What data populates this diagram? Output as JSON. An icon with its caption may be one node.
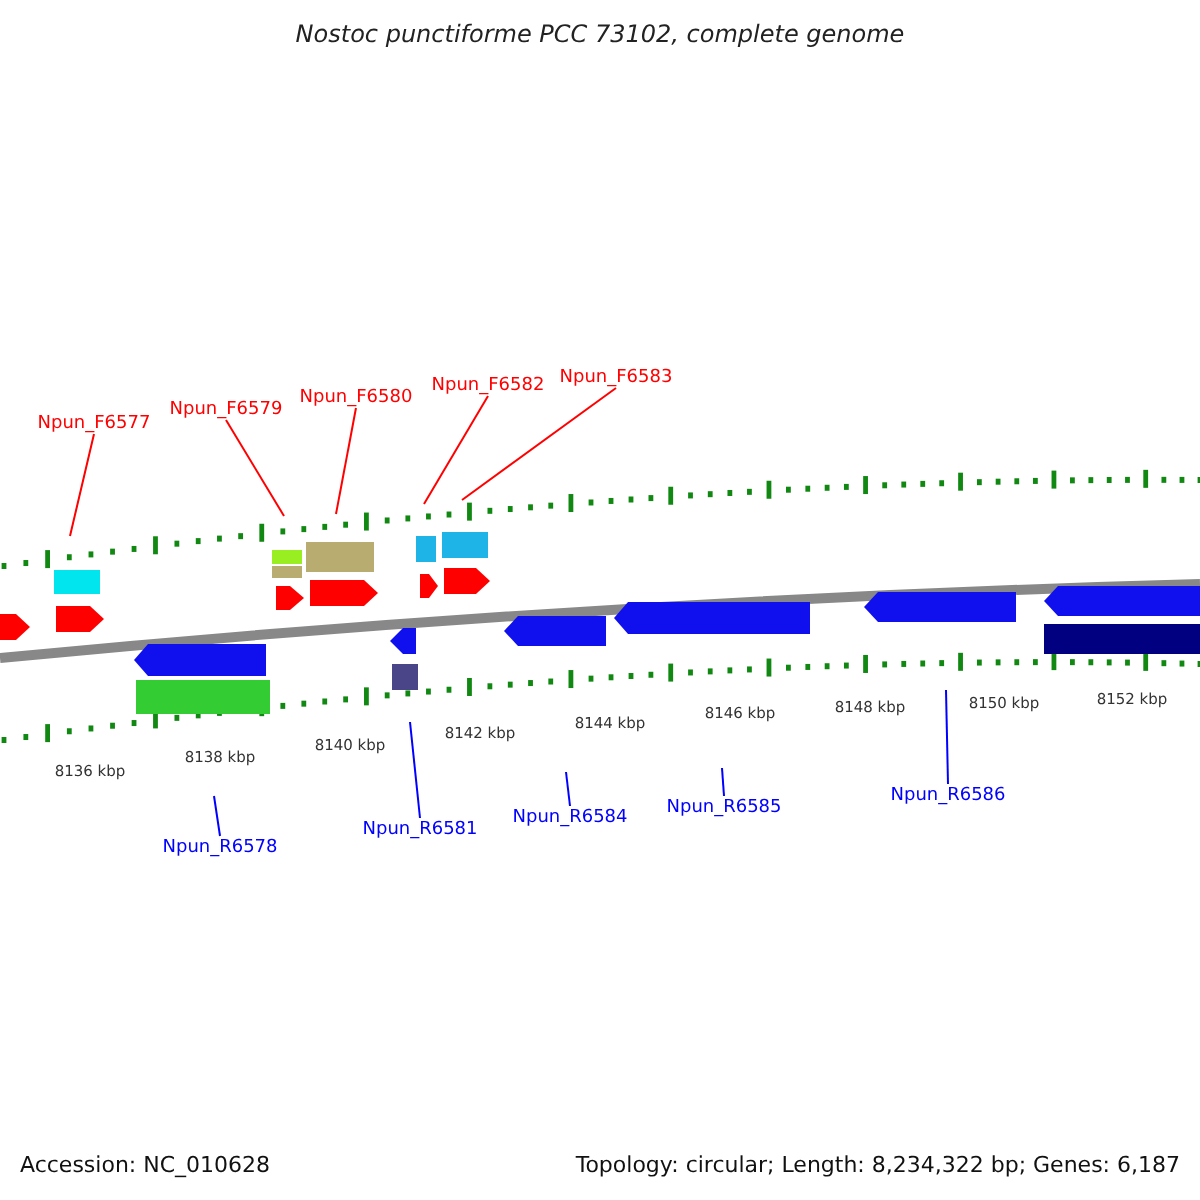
{
  "diagram": {
    "title": "Nostoc punctiforme PCC 73102, complete genome",
    "nodes": [
      {
        "text": [
          "Npun_F6577"
        ]
      },
      {
        "text": [
          "Npun_F6579"
        ]
      },
      {
        "text": [
          "Npun_F6580"
        ]
      },
      {
        "text": [
          "Npun_F6582"
        ]
      },
      {
        "text": [
          "Npun_F6583"
        ]
      },
      {
        "text": [
          "Npun_R6578"
        ]
      },
      {
        "text": [
          "Npun_R6581"
        ]
      },
      {
        "text": [
          "Npun_R6584"
        ]
      },
      {
        "text": [
          "Npun_R6585"
        ]
      },
      {
        "text": [
          "Npun_R6586"
        ]
      }
    ],
    "edges": [
      {
        "from": 0,
        "to": null,
        "arrow": "none",
        "color": "#ff0000"
      },
      {
        "from": 1,
        "to": null,
        "arrow": "none",
        "color": "#ff0000"
      },
      {
        "from": 2,
        "to": null,
        "arrow": "none",
        "color": "#ff0000"
      },
      {
        "from": 3,
        "to": null,
        "arrow": "none",
        "color": "#ff0000"
      },
      {
        "from": 4,
        "to": null,
        "arrow": "none",
        "color": "#ff0000"
      },
      {
        "from": 5,
        "to": null,
        "arrow": "none",
        "color": "#0000ff"
      },
      {
        "from": 6,
        "to": null,
        "arrow": "none",
        "color": "#0000ff"
      },
      {
        "from": 7,
        "to": null,
        "arrow": "none",
        "color": "#0000ff"
      },
      {
        "from": 8,
        "to": null,
        "arrow": "none",
        "color": "#0000ff"
      },
      {
        "from": 9,
        "to": null,
        "arrow": "none",
        "color": "#0000ff"
      }
    ],
    "labels": [
      "8136 kbp",
      "8138 kbp",
      "8140 kbp",
      "8142 kbp",
      "8144 kbp",
      "8146 kbp",
      "8148 kbp",
      "8150 kbp",
      "8152 kbp",
      "Accession: NC_010628",
      "Topology: circular; Length: 8,234,322 bp; Genes: 6,187"
    ]
  }
}
